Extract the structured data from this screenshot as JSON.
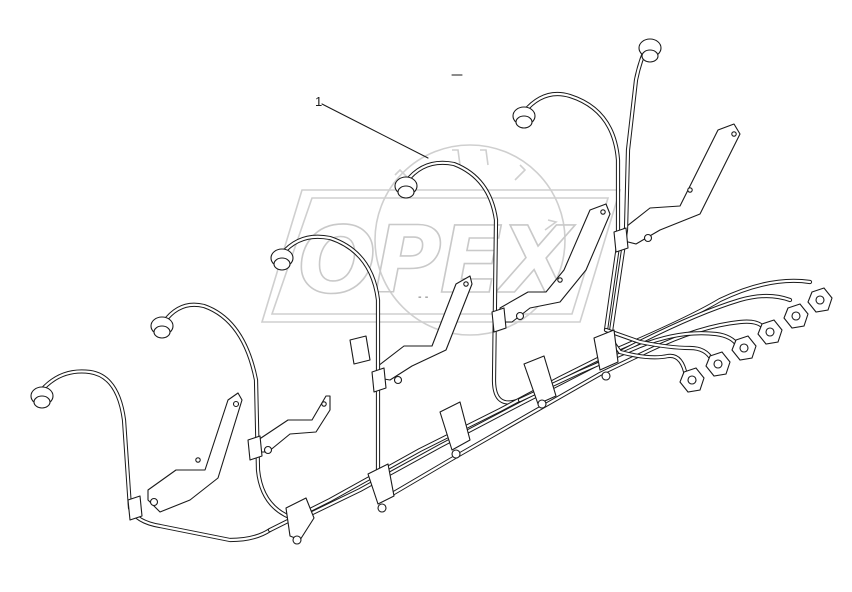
{
  "diagram": {
    "callouts": [
      {
        "number": "1",
        "target": "fuel-injection-line"
      }
    ]
  },
  "watermark": {
    "logo_text": "OPEX"
  },
  "colors": {
    "line": "#1a1a1a",
    "watermark": "#cfcfcf",
    "background": "#ffffff"
  }
}
